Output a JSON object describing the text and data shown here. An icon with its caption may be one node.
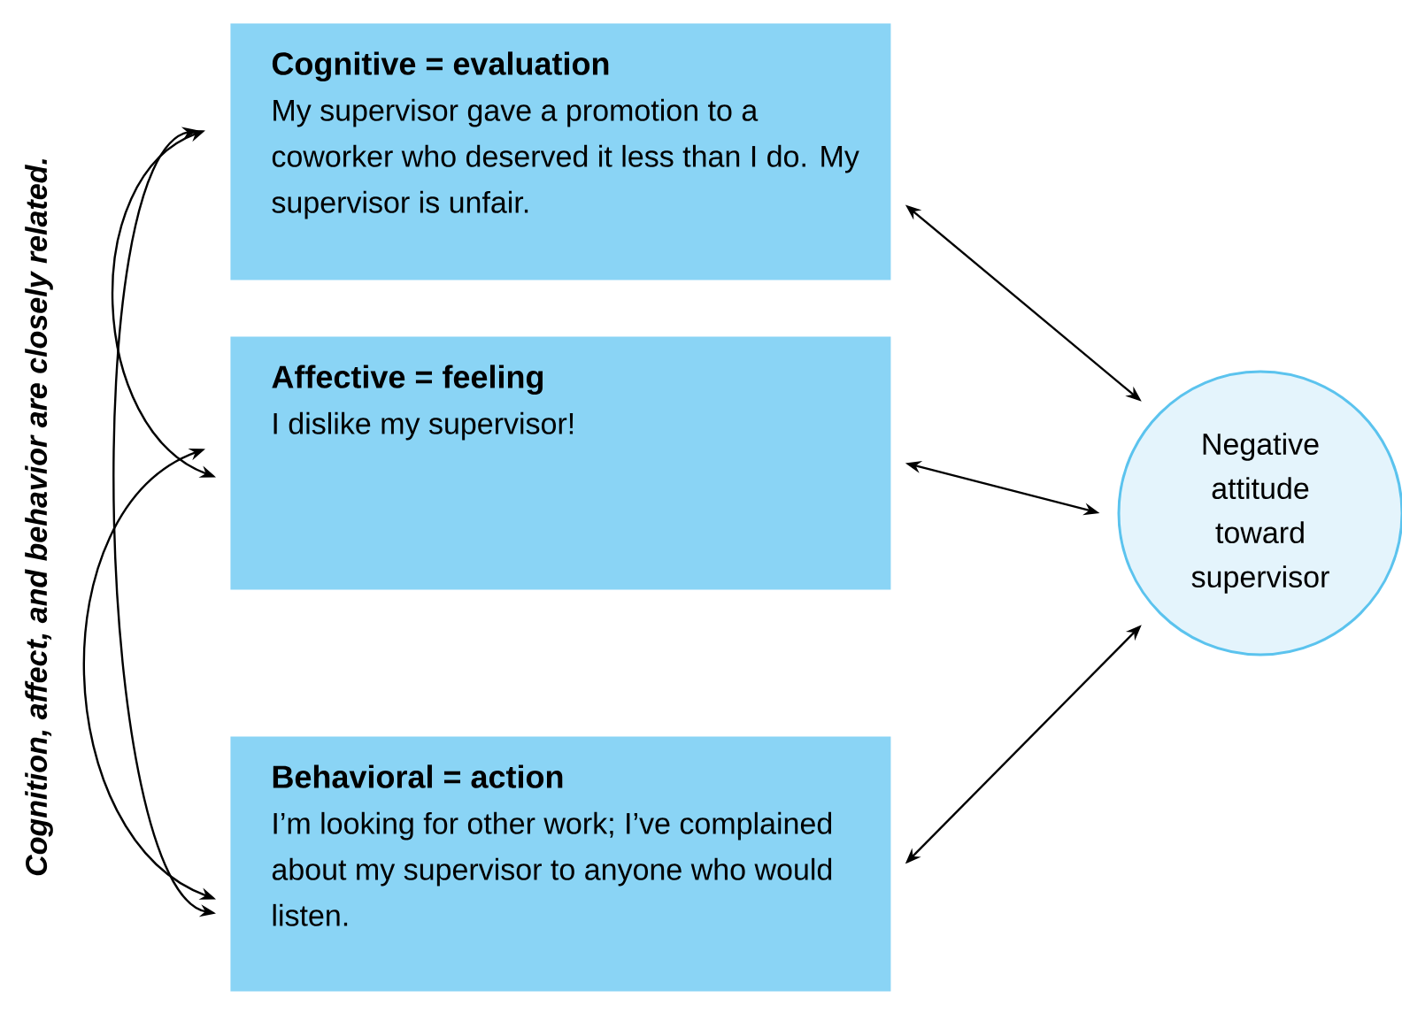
{
  "diagram": {
    "nodes": [
      {
        "text": [
          "Cognitive = evaluation",
          "My supervisor gave a promotion to a coworker who deserved it less than I do. My supervisor is unfair."
        ]
      },
      {
        "text": [
          "Affective = feeling",
          "I dislike my supervisor!"
        ]
      },
      {
        "text": [
          "Behavioral = action",
          "I’m looking for other work; I’ve complained about my supervisor to anyone who would listen."
        ]
      },
      {
        "text": [
          "Negative attitude toward supervisor"
        ]
      }
    ],
    "edges": [
      {
        "from": 0,
        "to": 3,
        "arrow": "both"
      },
      {
        "from": 1,
        "to": 3,
        "arrow": "both"
      },
      {
        "from": 2,
        "to": 3,
        "arrow": "both"
      },
      {
        "from": 0,
        "to": 1,
        "arrow": "both"
      },
      {
        "from": 1,
        "to": 2,
        "arrow": "both"
      },
      {
        "from": 0,
        "to": 2,
        "arrow": "both"
      }
    ],
    "labels": [
      "Cognition, affect, and behavior are closely related."
    ]
  }
}
